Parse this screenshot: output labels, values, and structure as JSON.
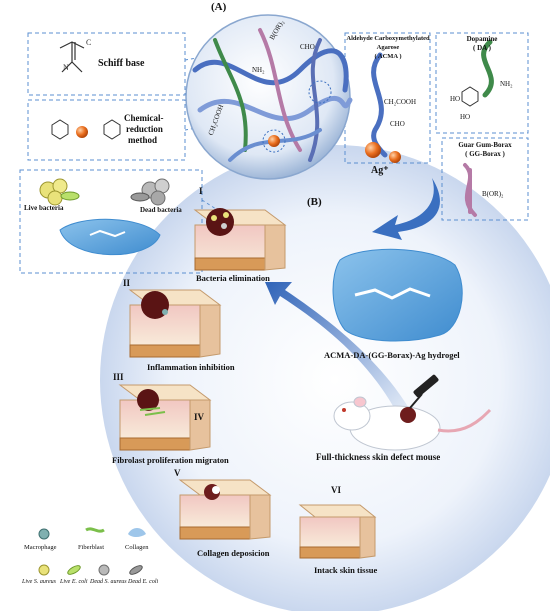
{
  "panel_a": {
    "label": "(A)",
    "schiff_base": "Schiff base",
    "chem_reduction_l1": "Chemical-",
    "chem_reduction_l2": "reduction",
    "chem_reduction_l3": "method",
    "chain_labels": {
      "cho": "CHO",
      "ch2cooh": "CH₂COOH",
      "nh2": "NH₂",
      "boron": "B(OR)₂"
    },
    "ag_label": "Ag⁺"
  },
  "components": {
    "acma_l1": "Aldehyde Carboxymethylated",
    "acma_l2": "Agarose",
    "acma_l3": "( ACMA )",
    "acma_group1": "CH₂COOH",
    "acma_group2": "CHO",
    "da_l1": "Dopamine",
    "da_l2": "( DA )",
    "da_group1": "NH₂",
    "da_group2": "HO",
    "da_group3": "HO",
    "gg_l1": "Guar Gum-Borax",
    "gg_l2": "( GG-Borax )",
    "gg_group": "B(OR)₂"
  },
  "panel_b": {
    "label": "(B)",
    "live_bacteria": "Live bacteria",
    "dead_bacteria": "Dead bacteria",
    "hydrogel": "ACMA-DA-(GG-Borax)-Ag hydrogel",
    "mouse": "Full-thickness skin defect mouse"
  },
  "stages": [
    {
      "numeral": "I",
      "caption": "Bacteria elimination"
    },
    {
      "numeral": "II",
      "caption": "Inflammation inhibition"
    },
    {
      "numeral": "III",
      "caption": "Fibrolast proliferation migraton"
    },
    {
      "numeral": "IV",
      "caption": ""
    },
    {
      "numeral": "V",
      "caption": "Collagen deposicion"
    },
    {
      "numeral": "VI",
      "caption": "Intack skin tissue"
    }
  ],
  "legend": {
    "macrophage": "Macrophage",
    "fiberblast": "Fiberblast",
    "collagen": "Collagen",
    "live_s_aureus": "Live S. aureus",
    "live_e_coli": "Live E. coli",
    "dead_s_aureus": "Dead S. aureus",
    "dead_e_coli": "Dead E. coli"
  },
  "colors": {
    "acma": "#4a6fc0",
    "dopamine": "#3f8a4a",
    "gg_borax": "#b57aa6",
    "ag": "#e8691f",
    "hydrogel": "#5ea6dc",
    "arrow": "#3a6fc0",
    "dash": "#5b8fd0"
  }
}
